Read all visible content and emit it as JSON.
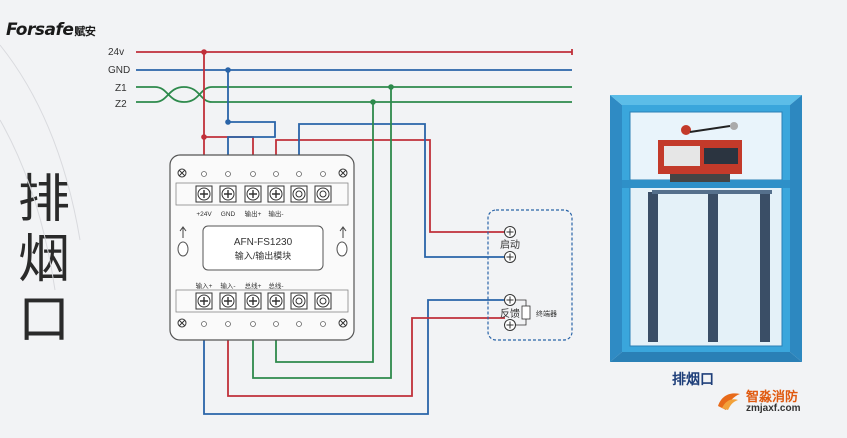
{
  "brand": {
    "name": "Forsafe",
    "cn": "赋安"
  },
  "title_chars": [
    "排",
    "烟",
    "口"
  ],
  "bus_labels": {
    "v24": "24v",
    "gnd": "GND",
    "z1": "Z1",
    "z2": "Z2"
  },
  "module": {
    "model": "AFN-FS1230",
    "desc": "输入/输出模块",
    "top_labels": [
      "+24V",
      "GND",
      "输出+",
      "输出-"
    ],
    "bottom_labels": [
      "输入+",
      "输入-",
      "总线+",
      "总线-"
    ]
  },
  "terminal_box": {
    "start": "启动",
    "feedback": "反馈",
    "eol": "终端器"
  },
  "photo_caption": "排烟口",
  "watermark": {
    "cn": "智淼消防",
    "url": "zmjaxf.com"
  },
  "colors": {
    "red": "#c0303a",
    "blue": "#2a64a8",
    "green": "#2e8a4c",
    "damper": "#3aa6dc"
  }
}
